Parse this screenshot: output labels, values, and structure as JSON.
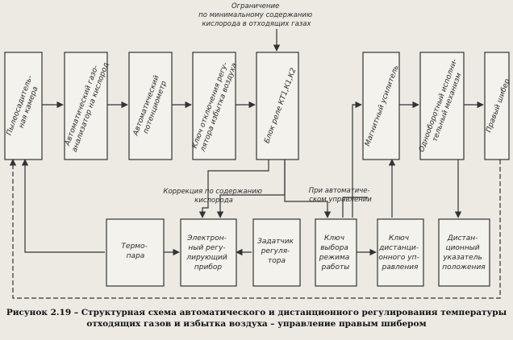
{
  "diagram": {
    "top_note": [
      "Ограничение",
      "по минимальному содержанию",
      "кислорода в отходящих газах"
    ],
    "blocks": {
      "furnace": [
        "Пылеосадитель-",
        "ная камера"
      ],
      "gas_analyzer": [
        "Автоматический газо-",
        "анализатор на кислород"
      ],
      "potentiometer": [
        "Автоматический",
        "потенциометр"
      ],
      "disable_key": [
        "Ключ отключения регу-",
        "лятора избытка воздуха"
      ],
      "relay_block": [
        "Блок реле КТ1,К1,К2"
      ],
      "mag_amp": [
        "Магнитный усилитель"
      ],
      "actuator": [
        "Однооборотный исполни-",
        "тельный механизм"
      ],
      "right_damper": [
        "Правый шибер"
      ],
      "thermocouple": [
        "Термо-",
        "пара"
      ],
      "electronic_regulator": [
        "Электрон-",
        "ный регу-",
        "лирующий",
        "прибор"
      ],
      "setpoint": [
        "Задатчик",
        "регуля-",
        "тора"
      ],
      "mode_key": [
        "Ключ",
        "выбора",
        "режима",
        "работы"
      ],
      "remote_key": [
        "Ключ",
        "дистанци-",
        "онного уп-",
        "равления"
      ],
      "remote_indicator": [
        "Дистан-",
        "ционный",
        "указатель",
        "положения"
      ]
    },
    "correction_note": [
      "Коррекция по содержанию",
      "кислорода"
    ],
    "auto_note": [
      "При автоматиче-",
      "ском управлении"
    ]
  },
  "caption": [
    "Рисунок 2.19 – Структурная схема автоматического и дистанционного регулирования температуры",
    "отходящих газов и избытка воздуха – управление правым шибером"
  ]
}
